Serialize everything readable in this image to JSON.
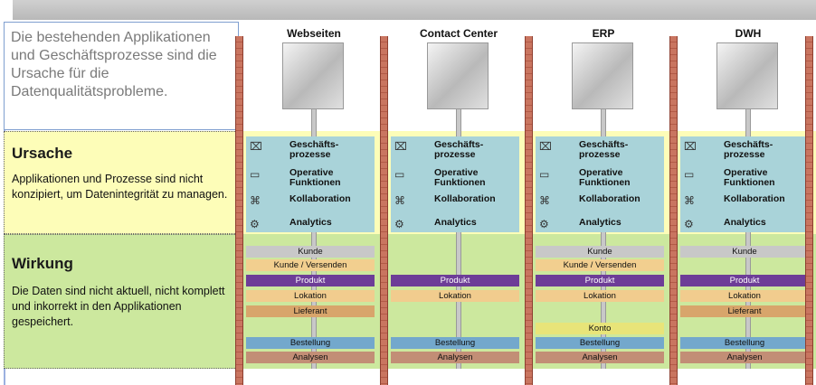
{
  "intro": "Die bestehenden Applikationen und Geschäftsprozesse sind die Ursache für die Datenqualitätsprobleme.",
  "ursache": {
    "title": "Ursache",
    "text": "Applikationen und Prozesse sind nicht konzipiert, um Datenintegrität zu managen."
  },
  "wirkung": {
    "title": "Wirkung",
    "text": "Die Daten sind nicht aktuell, nicht komplett und inkorrekt in den Applikationen gespeichert."
  },
  "columns": [
    {
      "title": "Webseiten",
      "photo": "hand-on-keyboard-photo",
      "bars": [
        "Kunde",
        "Kunde / Versenden",
        "Produkt",
        "Lokation",
        "Lieferant",
        "",
        "Bestellung",
        "Analysen"
      ]
    },
    {
      "title": "Contact Center",
      "photo": "headset-agent-photo",
      "bars": [
        "",
        "",
        "Produkt",
        "Lokation",
        "",
        "",
        "Bestellung",
        "Analysen"
      ]
    },
    {
      "title": "ERP",
      "photo": "numbers-photo",
      "bars": [
        "Kunde",
        "Kunde / Versenden",
        "Produkt",
        "Lokation",
        "",
        "Konto",
        "Bestellung",
        "Analysen"
      ]
    },
    {
      "title": "DWH",
      "photo": "file-cabinet-photo",
      "bars": [
        "Kunde",
        "",
        "Produkt",
        "Lokation",
        "Lieferant",
        "",
        "Bestellung",
        "Analysen"
      ]
    }
  ],
  "processes": [
    {
      "label": "Geschäfts-\nprozesse",
      "icon": "org-chart-icon"
    },
    {
      "label": "Operative\nFunktionen",
      "icon": "function-icon"
    },
    {
      "label": "Kollaboration",
      "icon": "collaboration-icon"
    },
    {
      "label": "Analytics",
      "icon": "gears-icon"
    }
  ],
  "colors": {
    "Kunde": "#c8c8c8",
    "Kunde / Versenden": "#f2cf8f",
    "Produkt": "#6d3d97",
    "Lokation": "#f1cc8e",
    "Lieferant": "#d8a56b",
    "Konto": "#e8e479",
    "Bestellung": "#73a8cc",
    "Analysen": "#c28e76"
  }
}
